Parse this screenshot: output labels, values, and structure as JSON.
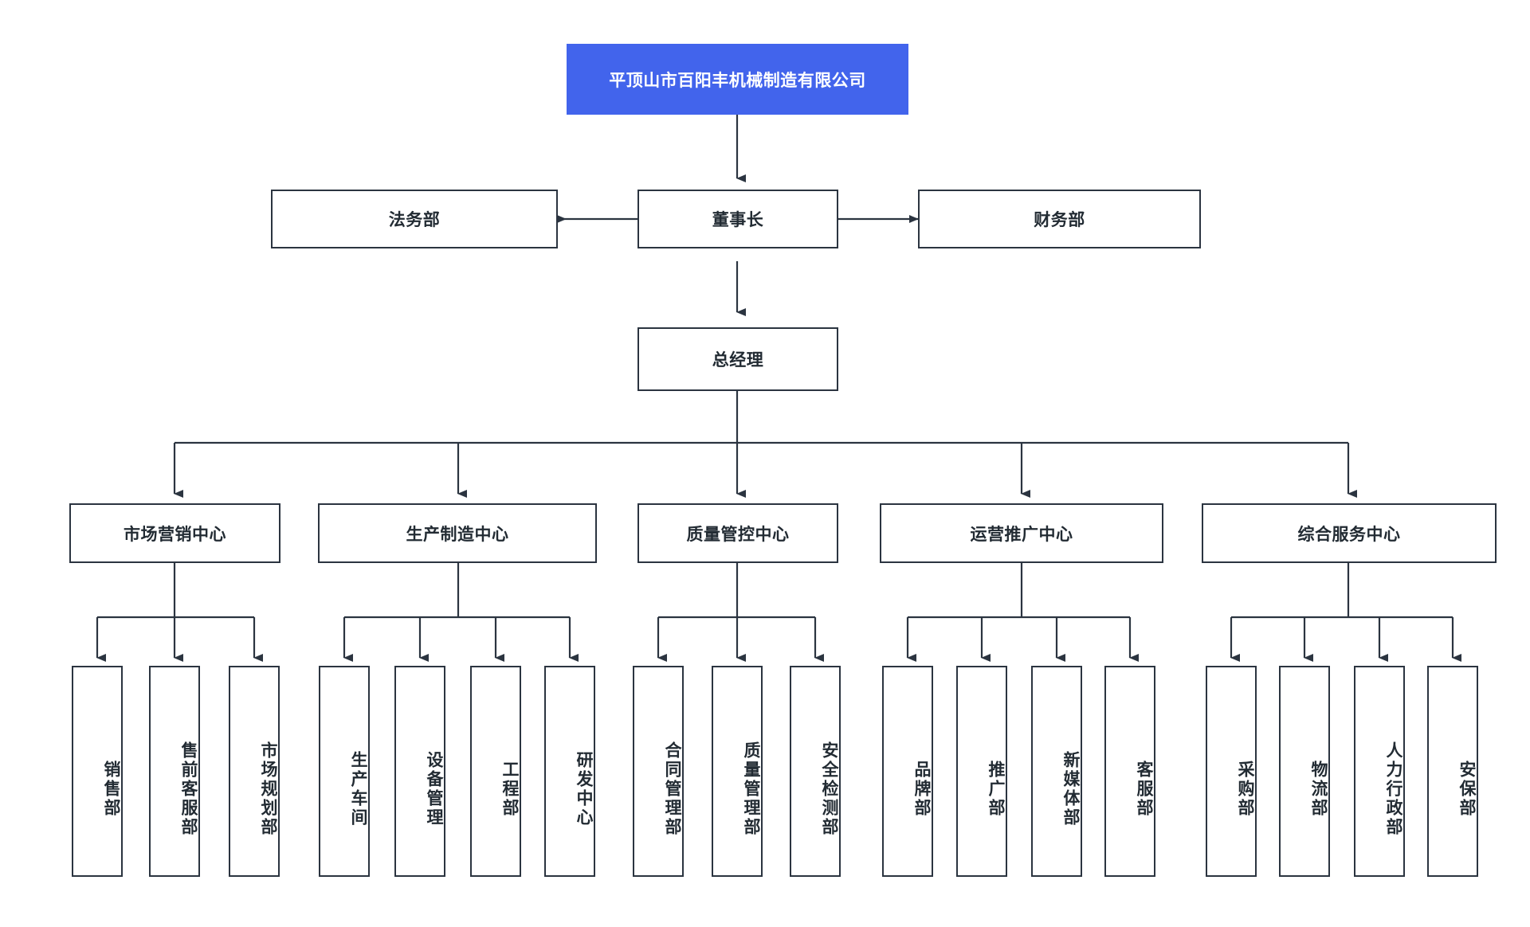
{
  "diagram": {
    "title": "平顶山市百阳丰机械制造有限公司",
    "type": "organization-chart",
    "colors": {
      "root_fill": "#4264ec",
      "root_text": "#ffffff",
      "node_border": "#2b3440",
      "node_fill": "#ffffff",
      "node_text": "#222b33",
      "edge": "#2b3440",
      "background": "#ffffff"
    }
  },
  "nodes": {
    "root": {
      "label": "平顶山市百阳丰机械制造有限公司"
    },
    "chairman": {
      "label": "董事长"
    },
    "legal": {
      "label": "法务部"
    },
    "finance": {
      "label": "财务部"
    },
    "gm": {
      "label": "总经理"
    },
    "centers": [
      {
        "label": "市场营销中心"
      },
      {
        "label": "生产制造中心"
      },
      {
        "label": "质量管控中心"
      },
      {
        "label": "运营推广中心"
      },
      {
        "label": "综合服务中心"
      }
    ],
    "departments": [
      {
        "label": "销售部"
      },
      {
        "label": "售前客服部"
      },
      {
        "label": "市场规划部"
      },
      {
        "label": "生产车间"
      },
      {
        "label": "设备管理"
      },
      {
        "label": "工程部"
      },
      {
        "label": "研发中心"
      },
      {
        "label": "合同管理部"
      },
      {
        "label": "质量管理部"
      },
      {
        "label": "安全检测部"
      },
      {
        "label": "品牌部"
      },
      {
        "label": "推广部"
      },
      {
        "label": "新媒体部"
      },
      {
        "label": "客服部"
      },
      {
        "label": "采购部"
      },
      {
        "label": "物流部"
      },
      {
        "label": "人力行政部"
      },
      {
        "label": "安保部"
      }
    ]
  }
}
